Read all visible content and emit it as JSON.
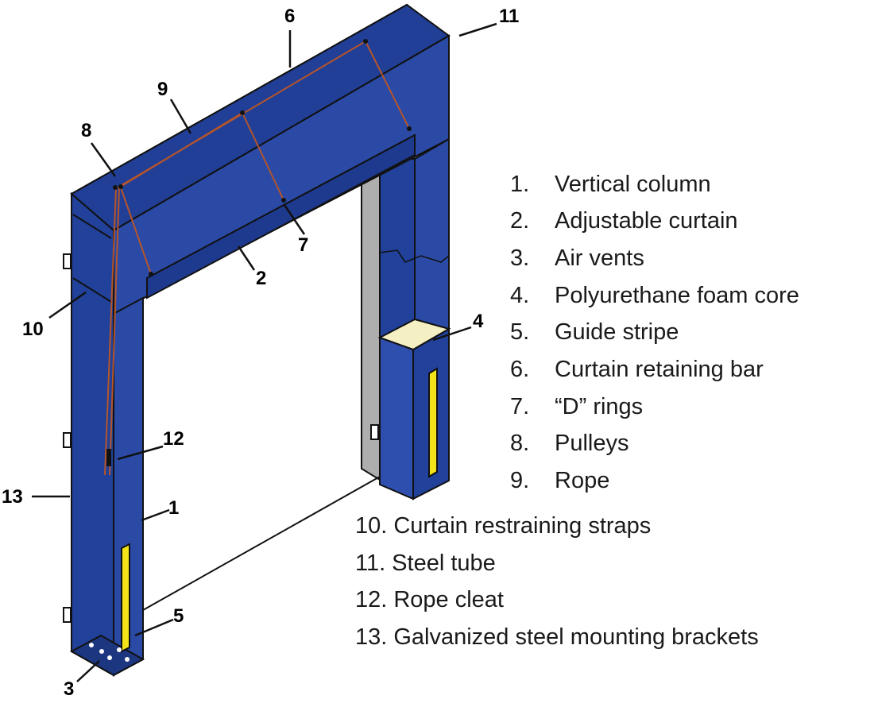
{
  "callouts": [
    {
      "num": "1"
    },
    {
      "num": "2"
    },
    {
      "num": "3"
    },
    {
      "num": "4"
    },
    {
      "num": "5"
    },
    {
      "num": "6"
    },
    {
      "num": "7"
    },
    {
      "num": "8"
    },
    {
      "num": "9"
    },
    {
      "num": "10"
    },
    {
      "num": "11"
    },
    {
      "num": "12"
    },
    {
      "num": "13"
    }
  ],
  "legend": [
    {
      "num": "1.",
      "text": "Vertical column"
    },
    {
      "num": "2.",
      "text": "Adjustable curtain"
    },
    {
      "num": "3.",
      "text": "Air vents"
    },
    {
      "num": "4.",
      "text": "Polyurethane foam core"
    },
    {
      "num": "5.",
      "text": "Guide stripe"
    },
    {
      "num": "6.",
      "text": "Curtain retaining bar"
    },
    {
      "num": "7.",
      "text": "“D” rings"
    },
    {
      "num": "8.",
      "text": "Pulleys"
    },
    {
      "num": "9.",
      "text": "Rope"
    },
    {
      "num": "10.",
      "text": "Curtain restraining straps"
    },
    {
      "num": "11.",
      "text": "Steel tube"
    },
    {
      "num": "12.",
      "text": "Rope cleat"
    },
    {
      "num": "13.",
      "text": "Galvanized steel mounting brackets"
    }
  ],
  "colors": {
    "pad_blue": "#21419a",
    "outline": "#111111",
    "guide_stripe": "#f2e418",
    "foam_core": "#f5efc4",
    "steel_tube": "#b0b0b0",
    "rope": "#b5552a"
  }
}
